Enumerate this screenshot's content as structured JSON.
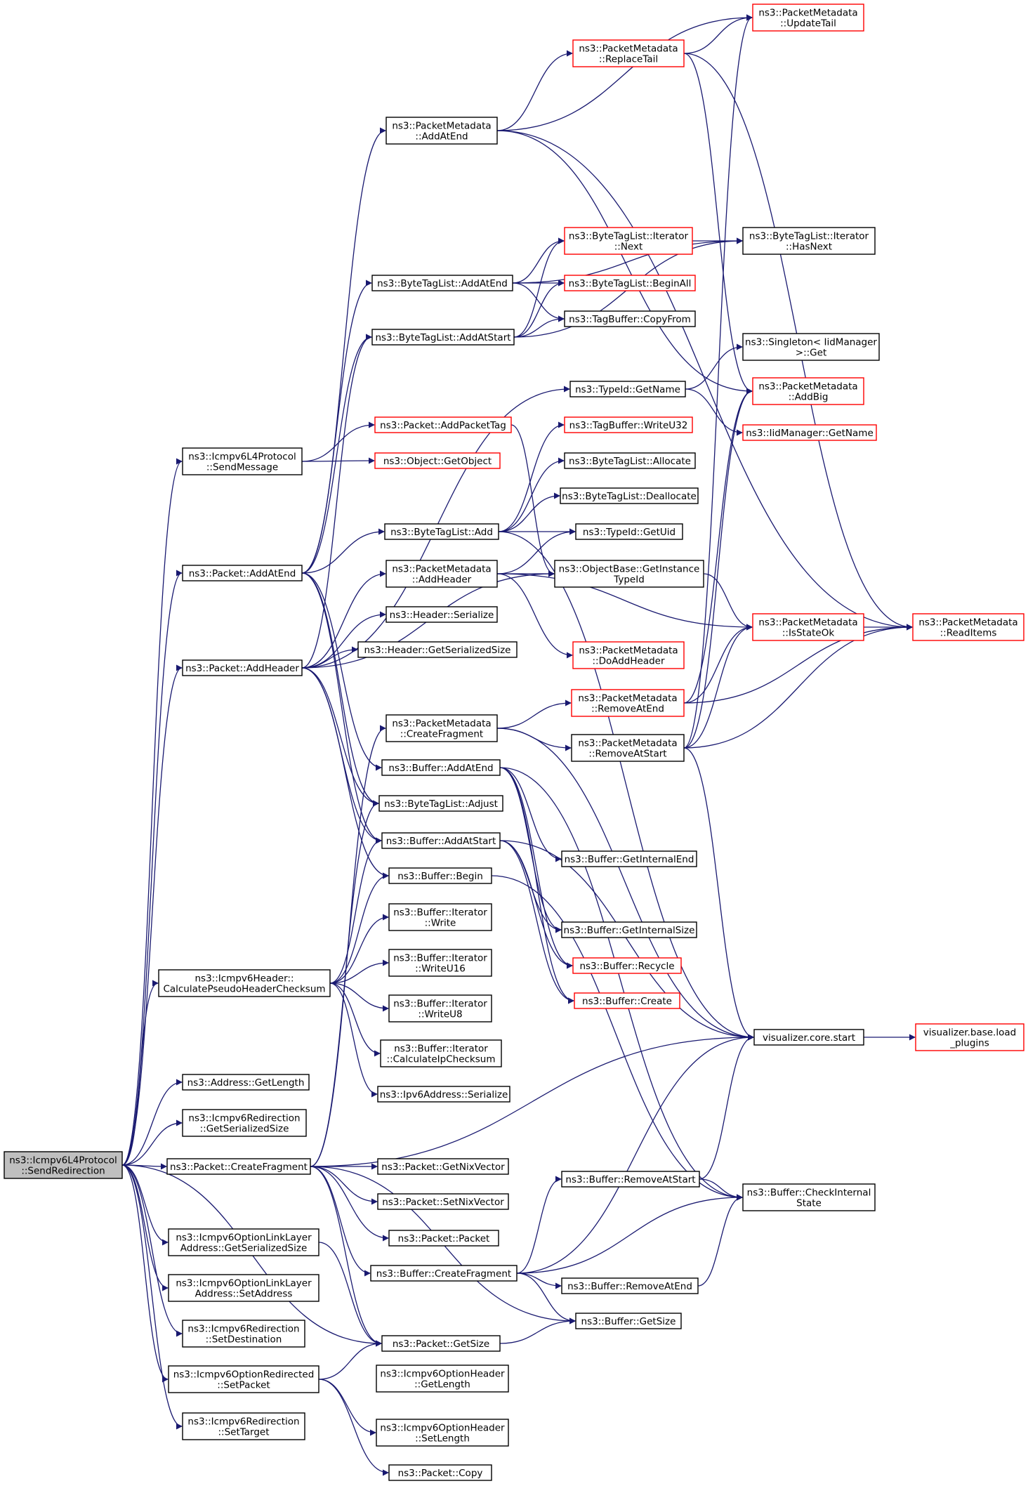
{
  "colors": {
    "edge": "#191970",
    "node_border": "#000000",
    "node_border_truncated": "#ff0000",
    "root_fill": "#bfbfbf"
  },
  "nodes": [
    {
      "id": "root",
      "lines": [
        "ns3::Icmpv6L4Protocol",
        "::SendRedirection"
      ],
      "style": "root"
    },
    {
      "id": "sendMessage",
      "lines": [
        "ns3::Icmpv6L4Protocol",
        "::SendMessage"
      ],
      "style": "normal"
    },
    {
      "id": "pktAddAtEnd",
      "lines": [
        "ns3::Packet::AddAtEnd"
      ],
      "style": "normal"
    },
    {
      "id": "pktAddHeader",
      "lines": [
        "ns3::Packet::AddHeader"
      ],
      "style": "normal"
    },
    {
      "id": "calcPseudo",
      "lines": [
        "ns3::Icmpv6Header::",
        "CalculatePseudoHeaderChecksum"
      ],
      "style": "normal"
    },
    {
      "id": "addrGetLength",
      "lines": [
        "ns3::Address::GetLength"
      ],
      "style": "normal"
    },
    {
      "id": "redirGetSerSize",
      "lines": [
        "ns3::Icmpv6Redirection",
        "::GetSerializedSize"
      ],
      "style": "normal"
    },
    {
      "id": "pktCreateFragment",
      "lines": [
        "ns3::Packet::CreateFragment"
      ],
      "style": "normal"
    },
    {
      "id": "optLLGetSerSize",
      "lines": [
        "ns3::Icmpv6OptionLinkLayer",
        "Address::GetSerializedSize"
      ],
      "style": "normal"
    },
    {
      "id": "optLLSetAddress",
      "lines": [
        "ns3::Icmpv6OptionLinkLayer",
        "Address::SetAddress"
      ],
      "style": "normal"
    },
    {
      "id": "redirSetDest",
      "lines": [
        "ns3::Icmpv6Redirection",
        "::SetDestination"
      ],
      "style": "normal"
    },
    {
      "id": "optRedirSetPacket",
      "lines": [
        "ns3::Icmpv6OptionRedirected",
        "::SetPacket"
      ],
      "style": "normal"
    },
    {
      "id": "redirSetTarget",
      "lines": [
        "ns3::Icmpv6Redirection",
        "::SetTarget"
      ],
      "style": "normal"
    },
    {
      "id": "pmAddAtEnd",
      "lines": [
        "ns3::PacketMetadata",
        "::AddAtEnd"
      ],
      "style": "normal"
    },
    {
      "id": "btlAddAtEnd",
      "lines": [
        "ns3::ByteTagList::AddAtEnd"
      ],
      "style": "normal"
    },
    {
      "id": "btlAddAtStart",
      "lines": [
        "ns3::ByteTagList::AddAtStart"
      ],
      "style": "normal"
    },
    {
      "id": "pktAddPacketTag",
      "lines": [
        "ns3::Packet::AddPacketTag"
      ],
      "style": "truncated"
    },
    {
      "id": "objGetObject",
      "lines": [
        "ns3::Object::GetObject"
      ],
      "style": "truncated"
    },
    {
      "id": "btlAdd",
      "lines": [
        "ns3::ByteTagList::Add"
      ],
      "style": "normal"
    },
    {
      "id": "pmAddHeader",
      "lines": [
        "ns3::PacketMetadata",
        "::AddHeader"
      ],
      "style": "normal"
    },
    {
      "id": "hdrSerialize",
      "lines": [
        "ns3::Header::Serialize"
      ],
      "style": "normal"
    },
    {
      "id": "hdrGetSerSize",
      "lines": [
        "ns3::Header::GetSerializedSize"
      ],
      "style": "normal"
    },
    {
      "id": "pmCreateFragment",
      "lines": [
        "ns3::PacketMetadata",
        "::CreateFragment"
      ],
      "style": "normal"
    },
    {
      "id": "bufAddAtEnd",
      "lines": [
        "ns3::Buffer::AddAtEnd"
      ],
      "style": "normal"
    },
    {
      "id": "btlAdjust",
      "lines": [
        "ns3::ByteTagList::Adjust"
      ],
      "style": "normal"
    },
    {
      "id": "bufAddAtStart",
      "lines": [
        "ns3::Buffer::AddAtStart"
      ],
      "style": "normal"
    },
    {
      "id": "bufBegin",
      "lines": [
        "ns3::Buffer::Begin"
      ],
      "style": "normal"
    },
    {
      "id": "itWrite",
      "lines": [
        "ns3::Buffer::Iterator",
        "::Write"
      ],
      "style": "normal"
    },
    {
      "id": "itWriteU16",
      "lines": [
        "ns3::Buffer::Iterator",
        "::WriteU16"
      ],
      "style": "normal"
    },
    {
      "id": "itWriteU8",
      "lines": [
        "ns3::Buffer::Iterator",
        "::WriteU8"
      ],
      "style": "normal"
    },
    {
      "id": "itCalcIp",
      "lines": [
        "ns3::Buffer::Iterator",
        "::CalculateIpChecksum"
      ],
      "style": "normal"
    },
    {
      "id": "ipv6Serialize",
      "lines": [
        "ns3::Ipv6Address::Serialize"
      ],
      "style": "normal"
    },
    {
      "id": "pktGetNix",
      "lines": [
        "ns3::Packet::GetNixVector"
      ],
      "style": "normal"
    },
    {
      "id": "pktSetNix",
      "lines": [
        "ns3::Packet::SetNixVector"
      ],
      "style": "normal"
    },
    {
      "id": "pktPacket",
      "lines": [
        "ns3::Packet::Packet"
      ],
      "style": "normal"
    },
    {
      "id": "bufCreateFragment",
      "lines": [
        "ns3::Buffer::CreateFragment"
      ],
      "style": "normal"
    },
    {
      "id": "pktGetSize",
      "lines": [
        "ns3::Packet::GetSize"
      ],
      "style": "normal"
    },
    {
      "id": "optHdrGetLength",
      "lines": [
        "ns3::Icmpv6OptionHeader",
        "::GetLength"
      ],
      "style": "normal"
    },
    {
      "id": "optHdrSetLength",
      "lines": [
        "ns3::Icmpv6OptionHeader",
        "::SetLength"
      ],
      "style": "normal"
    },
    {
      "id": "pktCopy",
      "lines": [
        "ns3::Packet::Copy"
      ],
      "style": "normal"
    },
    {
      "id": "pmReplaceTail",
      "lines": [
        "ns3::PacketMetadata",
        "::ReplaceTail"
      ],
      "style": "truncated"
    },
    {
      "id": "itNext",
      "lines": [
        "ns3::ByteTagList::Iterator",
        "::Next"
      ],
      "style": "truncated"
    },
    {
      "id": "btlBeginAll",
      "lines": [
        "ns3::ByteTagList::BeginAll"
      ],
      "style": "truncated"
    },
    {
      "id": "tbCopyFrom",
      "lines": [
        "ns3::TagBuffer::CopyFrom"
      ],
      "style": "normal"
    },
    {
      "id": "typeIdGetName",
      "lines": [
        "ns3::TypeId::GetName"
      ],
      "style": "normal"
    },
    {
      "id": "tbWriteU32",
      "lines": [
        "ns3::TagBuffer::WriteU32"
      ],
      "style": "truncated"
    },
    {
      "id": "btlAllocate",
      "lines": [
        "ns3::ByteTagList::Allocate"
      ],
      "style": "normal"
    },
    {
      "id": "btlDeallocate",
      "lines": [
        "ns3::ByteTagList::Deallocate"
      ],
      "style": "normal"
    },
    {
      "id": "typeIdGetUid",
      "lines": [
        "ns3::TypeId::GetUid"
      ],
      "style": "normal"
    },
    {
      "id": "objBaseGetInst",
      "lines": [
        "ns3::ObjectBase::GetInstance",
        "TypeId"
      ],
      "style": "normal"
    },
    {
      "id": "pmDoAddHeader",
      "lines": [
        "ns3::PacketMetadata",
        "::DoAddHeader"
      ],
      "style": "truncated"
    },
    {
      "id": "pmRemoveAtEnd",
      "lines": [
        "ns3::PacketMetadata",
        "::RemoveAtEnd"
      ],
      "style": "truncated"
    },
    {
      "id": "pmRemoveAtStart",
      "lines": [
        "ns3::PacketMetadata",
        "::RemoveAtStart"
      ],
      "style": "normal"
    },
    {
      "id": "bufGetIntEnd",
      "lines": [
        "ns3::Buffer::GetInternalEnd"
      ],
      "style": "normal"
    },
    {
      "id": "bufGetIntSize",
      "lines": [
        "ns3::Buffer::GetInternalSize"
      ],
      "style": "normal"
    },
    {
      "id": "bufRecycle",
      "lines": [
        "ns3::Buffer::Recycle"
      ],
      "style": "truncated"
    },
    {
      "id": "bufCreate",
      "lines": [
        "ns3::Buffer::Create"
      ],
      "style": "truncated"
    },
    {
      "id": "bufRemoveAtStart",
      "lines": [
        "ns3::Buffer::RemoveAtStart"
      ],
      "style": "normal"
    },
    {
      "id": "bufRemoveAtEnd",
      "lines": [
        "ns3::Buffer::RemoveAtEnd"
      ],
      "style": "normal"
    },
    {
      "id": "bufGetSize",
      "lines": [
        "ns3::Buffer::GetSize"
      ],
      "style": "normal"
    },
    {
      "id": "pmUpdateTail",
      "lines": [
        "ns3::PacketMetadata",
        "::UpdateTail"
      ],
      "style": "truncated"
    },
    {
      "id": "itHasNext",
      "lines": [
        "ns3::ByteTagList::Iterator",
        "::HasNext"
      ],
      "style": "normal"
    },
    {
      "id": "singletonGet",
      "lines": [
        "ns3::Singleton< IidManager",
        ">::Get"
      ],
      "style": "normal"
    },
    {
      "id": "pmAddBig",
      "lines": [
        "ns3::PacketMetadata",
        "::AddBig"
      ],
      "style": "truncated"
    },
    {
      "id": "iidGetName",
      "lines": [
        "ns3::IidManager::GetName"
      ],
      "style": "truncated"
    },
    {
      "id": "pmIsStateOk",
      "lines": [
        "ns3::PacketMetadata",
        "::IsStateOk"
      ],
      "style": "truncated"
    },
    {
      "id": "vizStart",
      "lines": [
        "visualizer.core.start"
      ],
      "style": "normal"
    },
    {
      "id": "bufCheckInternal",
      "lines": [
        "ns3::Buffer::CheckInternal",
        "State"
      ],
      "style": "normal"
    },
    {
      "id": "pmReadItems",
      "lines": [
        "ns3::PacketMetadata",
        "::ReadItems"
      ],
      "style": "truncated"
    },
    {
      "id": "vizLoadPlugins",
      "lines": [
        "visualizer.base.load",
        "_plugins"
      ],
      "style": "truncated"
    }
  ],
  "edges": [
    [
      "root",
      "sendMessage"
    ],
    [
      "root",
      "pktAddAtEnd"
    ],
    [
      "root",
      "pktAddHeader"
    ],
    [
      "root",
      "calcPseudo"
    ],
    [
      "root",
      "addrGetLength"
    ],
    [
      "root",
      "redirGetSerSize"
    ],
    [
      "root",
      "pktCreateFragment"
    ],
    [
      "root",
      "optLLGetSerSize"
    ],
    [
      "root",
      "optLLSetAddress"
    ],
    [
      "root",
      "redirSetDest"
    ],
    [
      "root",
      "optRedirSetPacket"
    ],
    [
      "root",
      "redirSetTarget"
    ],
    [
      "root",
      "pktGetSize"
    ],
    [
      "sendMessage",
      "pktAddPacketTag"
    ],
    [
      "sendMessage",
      "objGetObject"
    ],
    [
      "pktAddAtEnd",
      "pmAddAtEnd"
    ],
    [
      "pktAddAtEnd",
      "btlAddAtEnd"
    ],
    [
      "pktAddAtEnd",
      "btlAddAtStart"
    ],
    [
      "pktAddAtEnd",
      "btlAdd"
    ],
    [
      "pktAddAtEnd",
      "bufAddAtEnd"
    ],
    [
      "pktAddAtEnd",
      "btlAdjust"
    ],
    [
      "pktAddAtEnd",
      "bufAddAtStart"
    ],
    [
      "pktAddHeader",
      "btlAddAtStart"
    ],
    [
      "pktAddHeader",
      "typeIdGetName"
    ],
    [
      "pktAddHeader",
      "pmAddHeader"
    ],
    [
      "pktAddHeader",
      "hdrSerialize"
    ],
    [
      "pktAddHeader",
      "hdrGetSerSize"
    ],
    [
      "pktAddHeader",
      "objBaseGetInst"
    ],
    [
      "pktAddHeader",
      "btlAdjust"
    ],
    [
      "pktAddHeader",
      "bufAddAtStart"
    ],
    [
      "pktAddHeader",
      "bufBegin"
    ],
    [
      "calcPseudo",
      "bufAddAtStart"
    ],
    [
      "calcPseudo",
      "bufBegin"
    ],
    [
      "calcPseudo",
      "itWrite"
    ],
    [
      "calcPseudo",
      "itWriteU16"
    ],
    [
      "calcPseudo",
      "itWriteU8"
    ],
    [
      "calcPseudo",
      "itCalcIp"
    ],
    [
      "calcPseudo",
      "ipv6Serialize"
    ],
    [
      "pktCreateFragment",
      "pmCreateFragment"
    ],
    [
      "pktCreateFragment",
      "btlAdjust"
    ],
    [
      "pktCreateFragment",
      "pktGetNix"
    ],
    [
      "pktCreateFragment",
      "pktSetNix"
    ],
    [
      "pktCreateFragment",
      "pktPacket"
    ],
    [
      "pktCreateFragment",
      "bufCreateFragment"
    ],
    [
      "pktCreateFragment",
      "pktGetSize"
    ],
    [
      "pktCreateFragment",
      "bufGetSize"
    ],
    [
      "pktCreateFragment",
      "vizStart"
    ],
    [
      "optLLGetSerSize",
      "pktGetSize"
    ],
    [
      "optRedirSetPacket",
      "pktGetSize"
    ],
    [
      "optRedirSetPacket",
      "optHdrSetLength"
    ],
    [
      "optRedirSetPacket",
      "pktCopy"
    ],
    [
      "pmAddAtEnd",
      "pmReplaceTail"
    ],
    [
      "pmAddAtEnd",
      "pmUpdateTail"
    ],
    [
      "pmAddAtEnd",
      "pmAddBig"
    ],
    [
      "pmAddAtEnd",
      "pmReadItems"
    ],
    [
      "btlAddAtEnd",
      "itNext"
    ],
    [
      "btlAddAtEnd",
      "btlBeginAll"
    ],
    [
      "btlAddAtEnd",
      "tbCopyFrom"
    ],
    [
      "btlAddAtEnd",
      "itHasNext"
    ],
    [
      "btlAddAtStart",
      "itNext"
    ],
    [
      "btlAddAtStart",
      "btlBeginAll"
    ],
    [
      "btlAddAtStart",
      "tbCopyFrom"
    ],
    [
      "btlAddAtStart",
      "itHasNext"
    ],
    [
      "pktAddPacketTag",
      "objBaseGetInst"
    ],
    [
      "btlAdd",
      "tbWriteU32"
    ],
    [
      "btlAdd",
      "btlAllocate"
    ],
    [
      "btlAdd",
      "btlDeallocate"
    ],
    [
      "btlAdd",
      "typeIdGetUid"
    ],
    [
      "btlAdd",
      "vizStart"
    ],
    [
      "pmAddHeader",
      "typeIdGetUid"
    ],
    [
      "pmAddHeader",
      "objBaseGetInst"
    ],
    [
      "pmAddHeader",
      "pmIsStateOk"
    ],
    [
      "pmAddHeader",
      "pmDoAddHeader"
    ],
    [
      "pmCreateFragment",
      "pmRemoveAtEnd"
    ],
    [
      "pmCreateFragment",
      "pmRemoveAtStart"
    ],
    [
      "pmCreateFragment",
      "vizStart"
    ],
    [
      "bufAddAtEnd",
      "bufGetIntEnd"
    ],
    [
      "bufAddAtEnd",
      "bufGetIntSize"
    ],
    [
      "bufAddAtEnd",
      "bufRecycle"
    ],
    [
      "bufAddAtEnd",
      "bufCreate"
    ],
    [
      "bufAddAtEnd",
      "bufCheckInternal"
    ],
    [
      "bufAddAtStart",
      "bufGetIntSize"
    ],
    [
      "bufAddAtStart",
      "bufRecycle"
    ],
    [
      "bufAddAtStart",
      "bufCreate"
    ],
    [
      "bufAddAtStart",
      "vizStart"
    ],
    [
      "bufBegin",
      "bufCheckInternal"
    ],
    [
      "bufCreateFragment",
      "bufRemoveAtStart"
    ],
    [
      "bufCreateFragment",
      "bufRemoveAtEnd"
    ],
    [
      "bufCreateFragment",
      "bufGetSize"
    ],
    [
      "bufCreateFragment",
      "bufCheckInternal"
    ],
    [
      "bufCreateFragment",
      "vizStart"
    ],
    [
      "bufRemoveAtStart",
      "bufCheckInternal"
    ],
    [
      "bufRemoveAtStart",
      "vizStart"
    ],
    [
      "bufRemoveAtEnd",
      "bufCheckInternal"
    ],
    [
      "pktGetSize",
      "bufGetSize"
    ],
    [
      "pmReplaceTail",
      "pmUpdateTail"
    ],
    [
      "pmReplaceTail",
      "pmReadItems"
    ],
    [
      "pmReplaceTail",
      "pmAddBig"
    ],
    [
      "itNext",
      "itHasNext"
    ],
    [
      "typeIdGetName",
      "singletonGet"
    ],
    [
      "typeIdGetName",
      "iidGetName"
    ],
    [
      "objBaseGetInst",
      "pmIsStateOk"
    ],
    [
      "pmRemoveAtEnd",
      "pmAddBig"
    ],
    [
      "pmRemoveAtEnd",
      "pmIsStateOk"
    ],
    [
      "pmRemoveAtEnd",
      "pmReadItems"
    ],
    [
      "pmRemoveAtStart",
      "pmAddBig"
    ],
    [
      "pmRemoveAtStart",
      "pmIsStateOk"
    ],
    [
      "pmRemoveAtStart",
      "pmReadItems"
    ],
    [
      "pmRemoveAtStart",
      "pmUpdateTail"
    ],
    [
      "pmRemoveAtStart",
      "vizStart"
    ],
    [
      "pmIsStateOk",
      "pmReadItems"
    ],
    [
      "vizStart",
      "vizLoadPlugins"
    ]
  ]
}
